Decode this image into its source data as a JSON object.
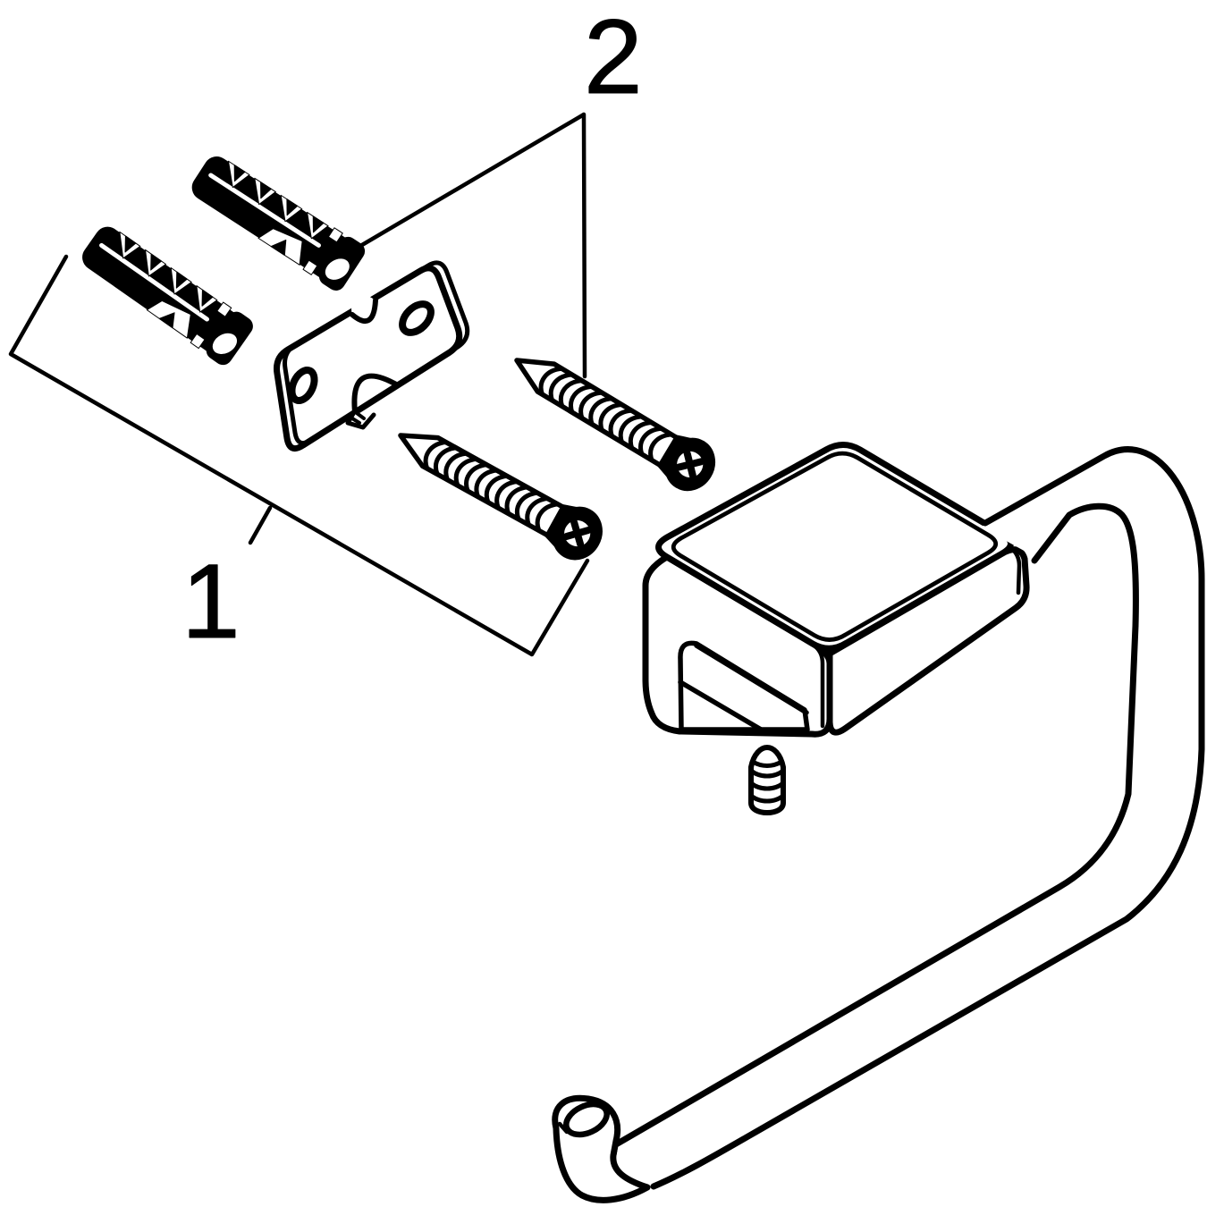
{
  "figure": {
    "kind": "exploded-assembly-line-drawing",
    "background_color": "#ffffff",
    "line_color": "#000000",
    "callouts": [
      {
        "label": "1"
      },
      {
        "label": "2"
      }
    ],
    "parts": [
      {
        "name": "wall-plug-upper"
      },
      {
        "name": "wall-plug-lower"
      },
      {
        "name": "mounting-plate"
      },
      {
        "name": "screw-upper"
      },
      {
        "name": "screw-lower"
      },
      {
        "name": "holder-wall-block"
      },
      {
        "name": "set-screw"
      },
      {
        "name": "roll-holder-arm"
      }
    ]
  }
}
